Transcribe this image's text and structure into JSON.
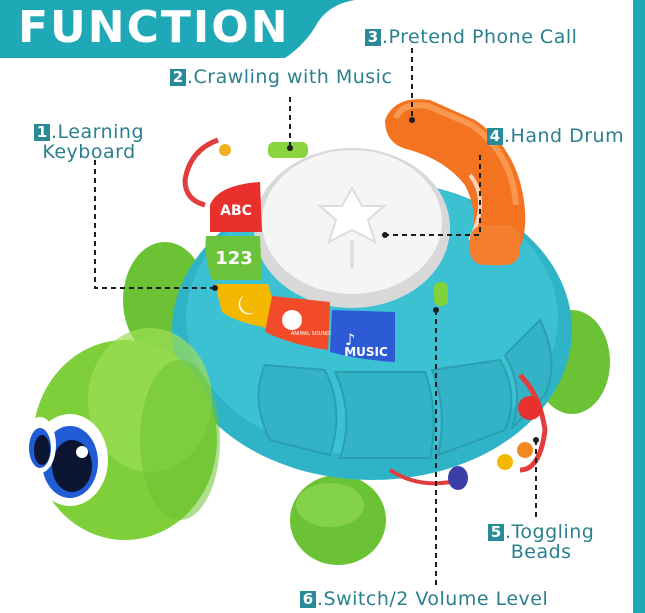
{
  "banner": {
    "title": "FUNCTION",
    "color": "#1fa8b6"
  },
  "features": [
    {
      "num": "1",
      "line1": ".Learning",
      "line2": "Keyboard"
    },
    {
      "num": "2",
      "line1": ".Crawling with Music"
    },
    {
      "num": "3",
      "line1": ".Pretend Phone Call"
    },
    {
      "num": "4",
      "line1": ".Hand Drum"
    },
    {
      "num": "5",
      "line1": ".Toggling",
      "line2": "Beads"
    },
    {
      "num": "6",
      "line1": ".Switch/2 Volume Level"
    }
  ],
  "keys": {
    "music": "MUSIC",
    "animal": "ANIMAL SOUNDS",
    "abc": "ABC",
    "num": "123"
  },
  "colors": {
    "label": "#2b7f8e",
    "shell": "#2fb3c6",
    "body": "#7fcf3a",
    "handset": "#f37320"
  },
  "icons": [
    "star-drum-icon",
    "music-note-icon",
    "frog-icon",
    "moon-icon"
  ]
}
